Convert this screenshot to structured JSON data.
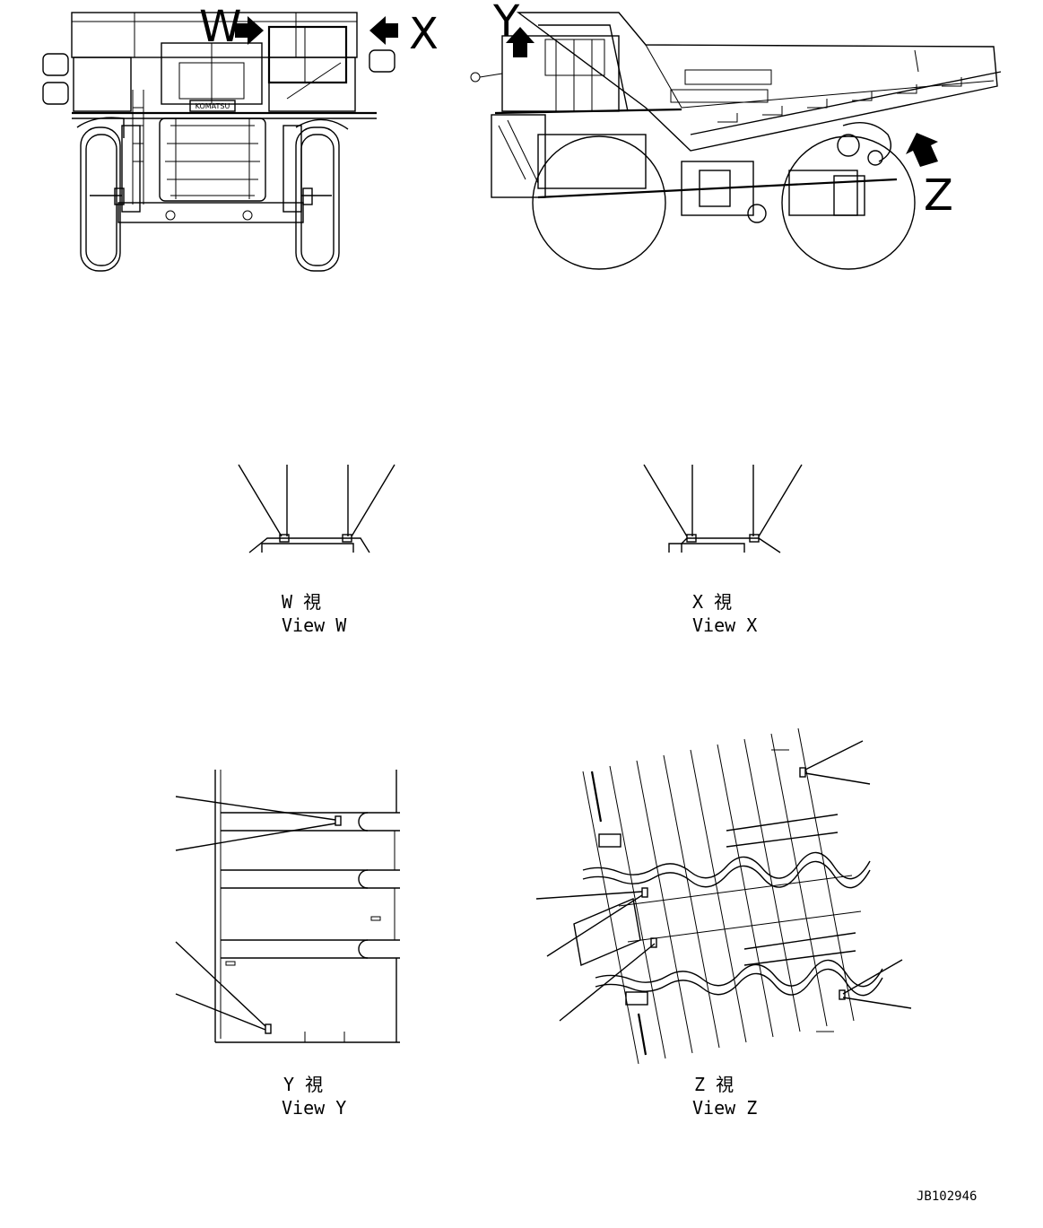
{
  "callouts": {
    "w": "W",
    "x": "X",
    "y": "Y",
    "z": "Z"
  },
  "views": {
    "w": {
      "jp": "W 視",
      "en": "View W"
    },
    "x": {
      "jp": "X 視",
      "en": "View X"
    },
    "y": {
      "jp": "Y 視",
      "en": "View Y"
    },
    "z": {
      "jp": "Z 視",
      "en": "View Z"
    }
  },
  "drawing_number": "JB102946",
  "front_view": {
    "brand_plate": "KOMATSU"
  }
}
